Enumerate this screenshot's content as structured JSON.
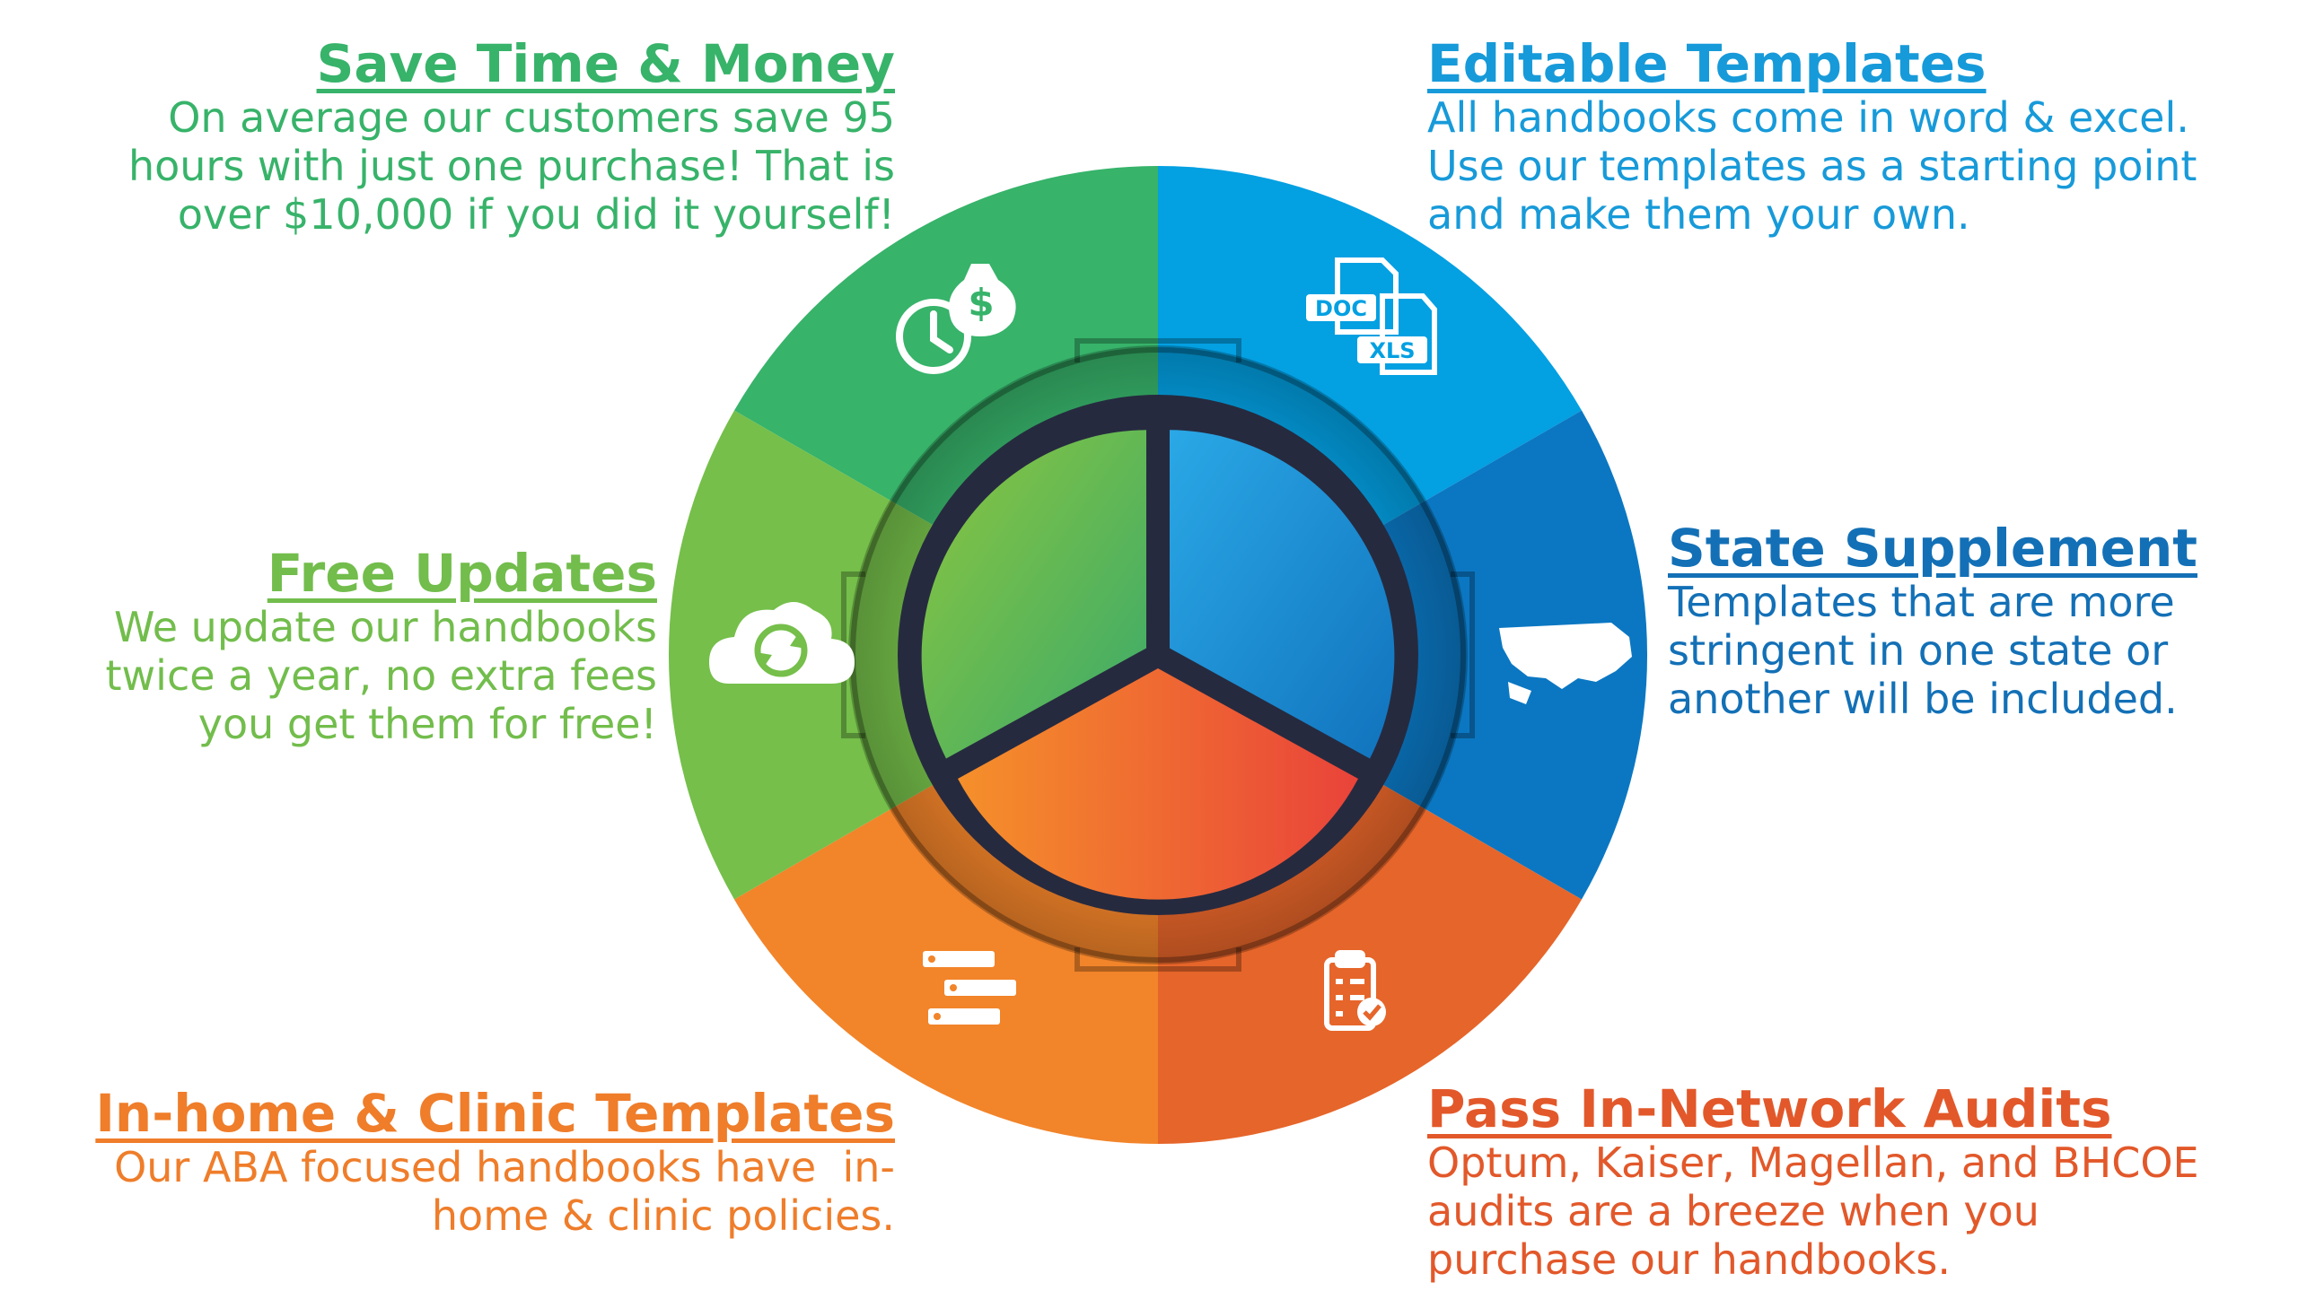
{
  "sections": {
    "save_time": {
      "title": "Save Time & Money",
      "lines": [
        "On average our customers save 95",
        "hours with just one purchase! That is",
        "over $10,000 if you did it yourself!"
      ],
      "icon": "money-clock-icon",
      "color": "#37b36a"
    },
    "editable_templates": {
      "title": "Editable Templates",
      "lines": [
        "All handbooks come in word & excel.",
        "Use our templates as a starting point",
        "and make them your own."
      ],
      "icon": "doc-xls-icon",
      "icon_labels": [
        "DOC",
        "XLS"
      ],
      "color": "#179ad9"
    },
    "free_updates": {
      "title": "Free Updates",
      "lines": [
        "We update our handbooks",
        "twice a year, no extra fees",
        "you get them for free!"
      ],
      "icon": "cloud-sync-icon",
      "color": "#72bd4c"
    },
    "state_supplement": {
      "title": "State Supplement",
      "lines": [
        "Templates that are more",
        "stringent in one state or",
        "another will be included."
      ],
      "icon": "usa-map-icon",
      "color": "#1370b6"
    },
    "inhome_clinic": {
      "title": "In-home & Clinic Templates",
      "lines": [
        "Our ABA focused handbooks have  in-",
        "home & clinic policies."
      ],
      "icon": "binders-icon",
      "color": "#ef7d2a"
    },
    "pass_audits": {
      "title": "Pass In-Network Audits",
      "lines": [
        "Optum, Kaiser, Magellan, and BHCOE",
        "audits are a breeze when you",
        "purchase our handbooks."
      ],
      "icon": "clipboard-check-icon",
      "color": "#e2582a"
    }
  }
}
